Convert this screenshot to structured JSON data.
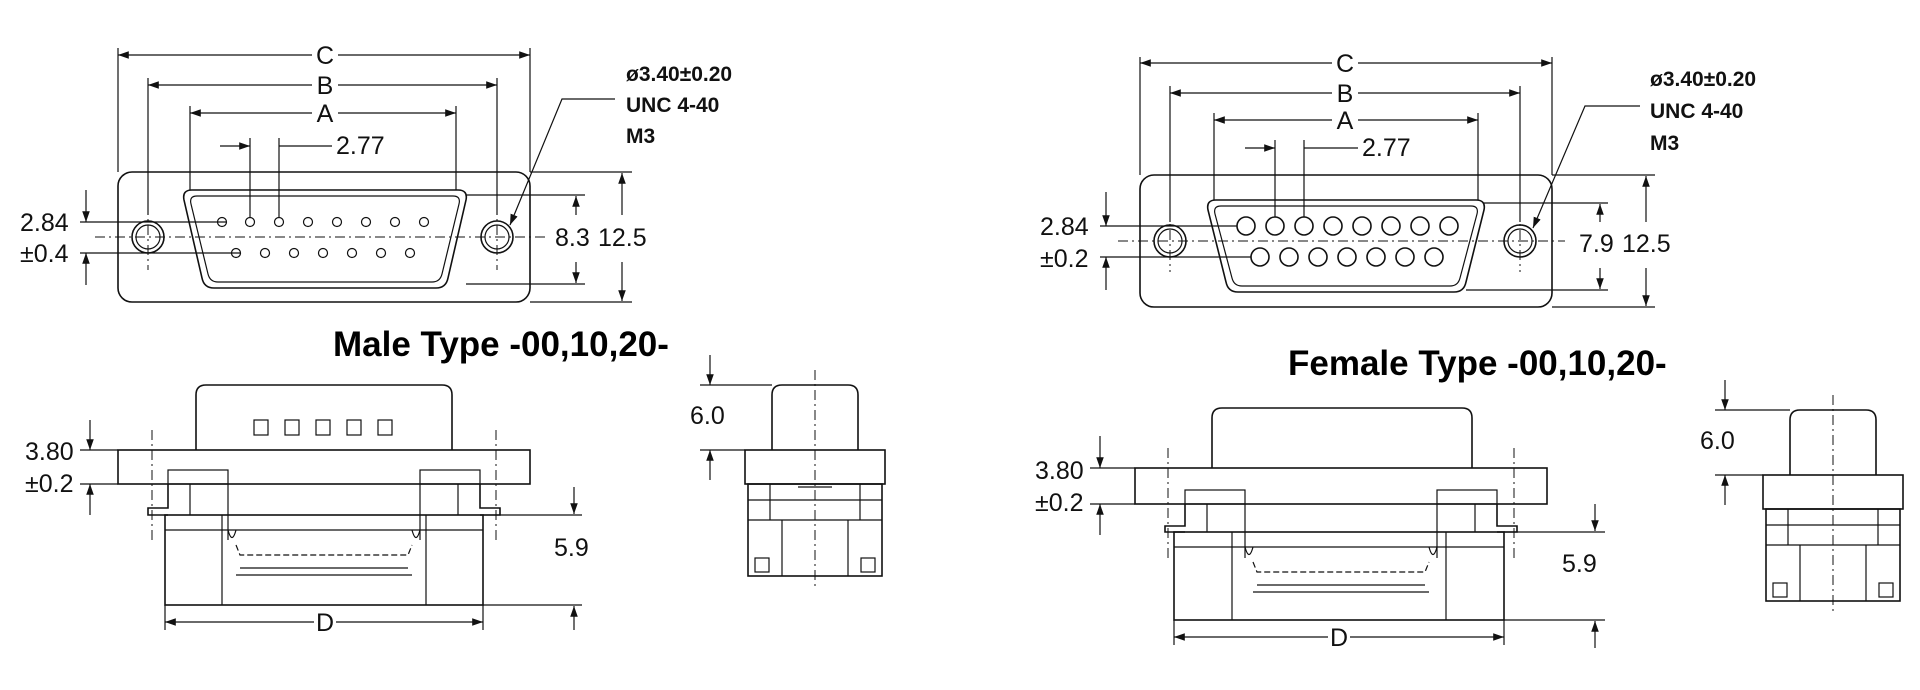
{
  "male": {
    "title": "Male Type -00,10,20-",
    "dim_c": "C",
    "dim_b": "B",
    "dim_a": "A",
    "dim_d": "D",
    "pitch": "2.77",
    "offset_value": "2.84",
    "offset_tol": "±0.4",
    "inner_height": "8.3",
    "outer_height": "12.5",
    "flange_thickness": "3.80",
    "flange_tol": "±0.2",
    "body_height": "5.9",
    "shell_height": "6.0",
    "hole_note_1": "ø3.40±0.20",
    "hole_note_2": "UNC 4-40",
    "hole_note_3": "M3"
  },
  "female": {
    "title": "Female Type -00,10,20-",
    "dim_c": "C",
    "dim_b": "B",
    "dim_a": "A",
    "dim_d": "D",
    "pitch": "2.77",
    "offset_value": "2.84",
    "offset_tol": "±0.2",
    "inner_height": "7.9",
    "outer_height": "12.5",
    "flange_thickness": "3.80",
    "flange_tol": "±0.2",
    "body_height": "5.9",
    "shell_height": "6.0",
    "hole_note_1": "ø3.40±0.20",
    "hole_note_2": "UNC 4-40",
    "hole_note_3": "M3"
  }
}
